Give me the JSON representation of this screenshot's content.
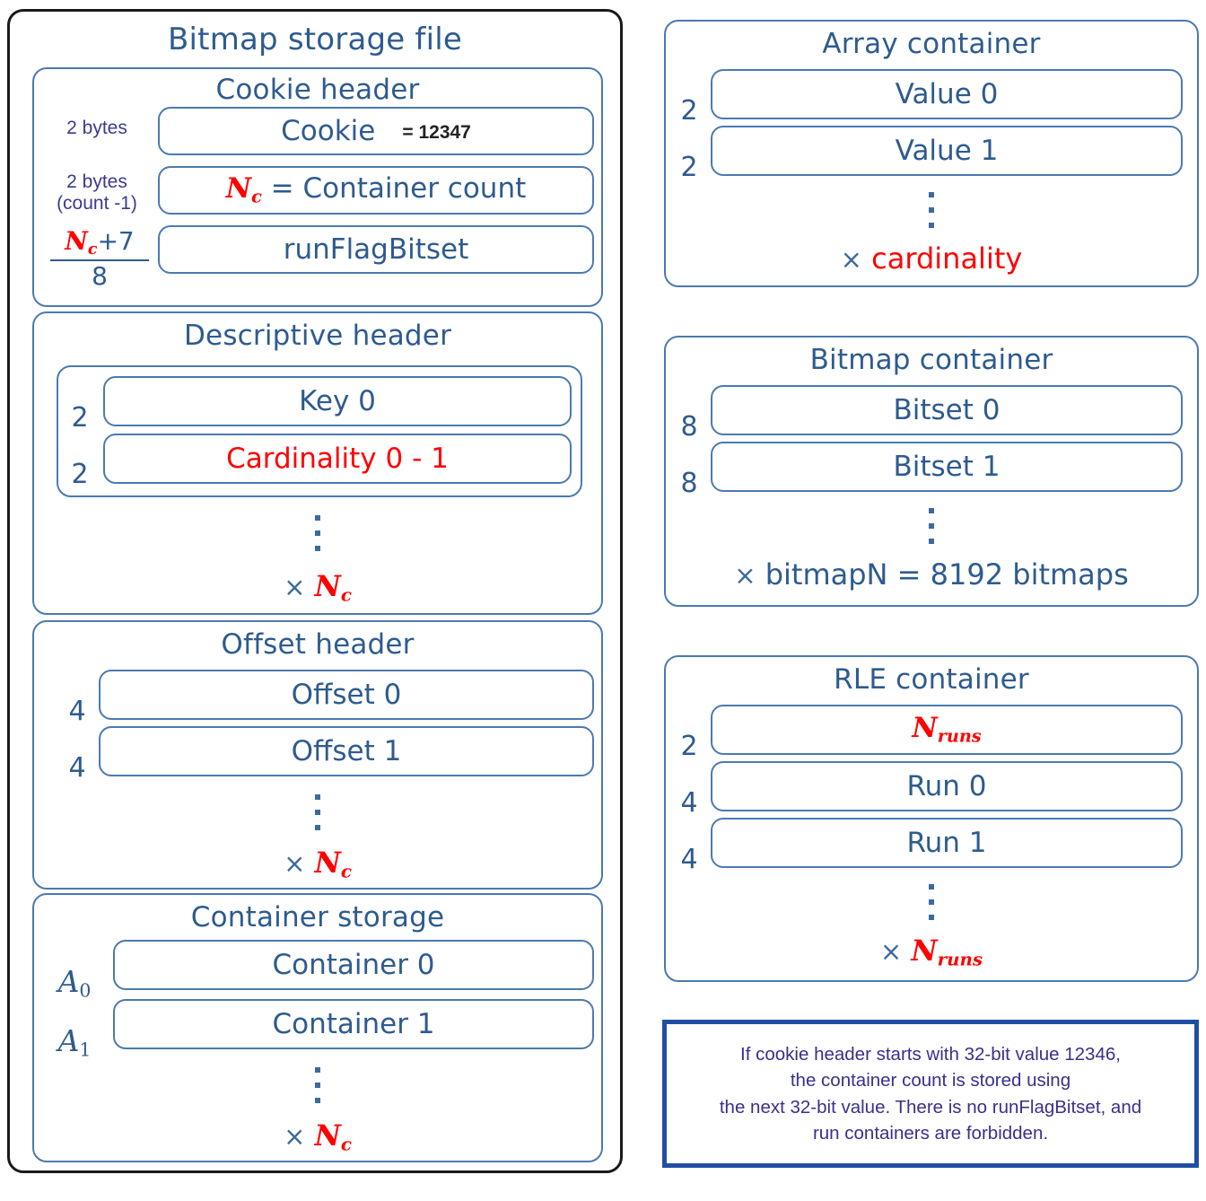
{
  "diagram": {
    "left_column": {
      "outer": {
        "title": "Bitmap storage file"
      },
      "sections": [
        {
          "title": "Cookie header",
          "rows": [
            {
              "size": "2 bytes",
              "size_line2": "",
              "label": "Cookie",
              "suffix": "= 12347"
            },
            {
              "size": "2 bytes",
              "size_line2": "(count -1)",
              "label_prefix": "N",
              "label_sub": "c",
              "label": "= Container count"
            },
            {
              "size_numerator_var": "N",
              "size_numerator_sub": "c",
              "size_numerator_rest": "+7",
              "size_denominator": "8",
              "label": "runFlagBitset"
            }
          ]
        },
        {
          "title": "Descriptive header",
          "rows": [
            {
              "size": "2",
              "label": "Key 0"
            },
            {
              "size": "2",
              "label": "Cardinality 0 - 1"
            }
          ],
          "repeat_times": "×",
          "repeat_var": "N",
          "repeat_sub": "c"
        },
        {
          "title": "Offset header",
          "rows": [
            {
              "size": "4",
              "label": "Offset 0"
            },
            {
              "size": "4",
              "label": "Offset 1"
            }
          ],
          "repeat_times": "×",
          "repeat_var": "N",
          "repeat_sub": "c"
        },
        {
          "title": "Container storage",
          "rows": [
            {
              "size_var": "A",
              "size_sub": "0",
              "label": "Container 0"
            },
            {
              "size_var": "A",
              "size_sub": "1",
              "label": "Container 1"
            }
          ],
          "repeat_times": "×",
          "repeat_var": "N",
          "repeat_sub": "c"
        }
      ]
    },
    "right_column": {
      "sections": [
        {
          "title": "Array container",
          "rows": [
            {
              "size": "2",
              "label": "Value 0"
            },
            {
              "size": "2",
              "label": "Value 1"
            }
          ],
          "repeat_times": "×",
          "repeat_label": "cardinality"
        },
        {
          "title": "Bitmap container",
          "rows": [
            {
              "size": "8",
              "label": "Bitset 0"
            },
            {
              "size": "8",
              "label": "Bitset 1"
            }
          ],
          "repeat_times": "×",
          "repeat_label": "bitmapN = 8192 bitmaps"
        },
        {
          "title": "RLE container",
          "rows": [
            {
              "size": "2",
              "label_var": "N",
              "label_sub": "runs"
            },
            {
              "size": "4",
              "label": "Run 0"
            },
            {
              "size": "4",
              "label": "Run 1"
            }
          ],
          "repeat_times": "×",
          "repeat_var": "N",
          "repeat_sub": "runs"
        }
      ],
      "note": "If cookie header starts with 32-bit value 12346,\nthe container count is stored using\nthe next 32-bit value. There is no runFlagBitset, and\nrun containers are forbidden."
    }
  },
  "colors": {
    "primary_blue": "#2e5b8f",
    "border_blue": "#4b7ab0",
    "accent_red": "#ff0000",
    "note_border": "#1f4fa3",
    "note_text": "#39308c",
    "outer_border": "#1a1a1a"
  }
}
